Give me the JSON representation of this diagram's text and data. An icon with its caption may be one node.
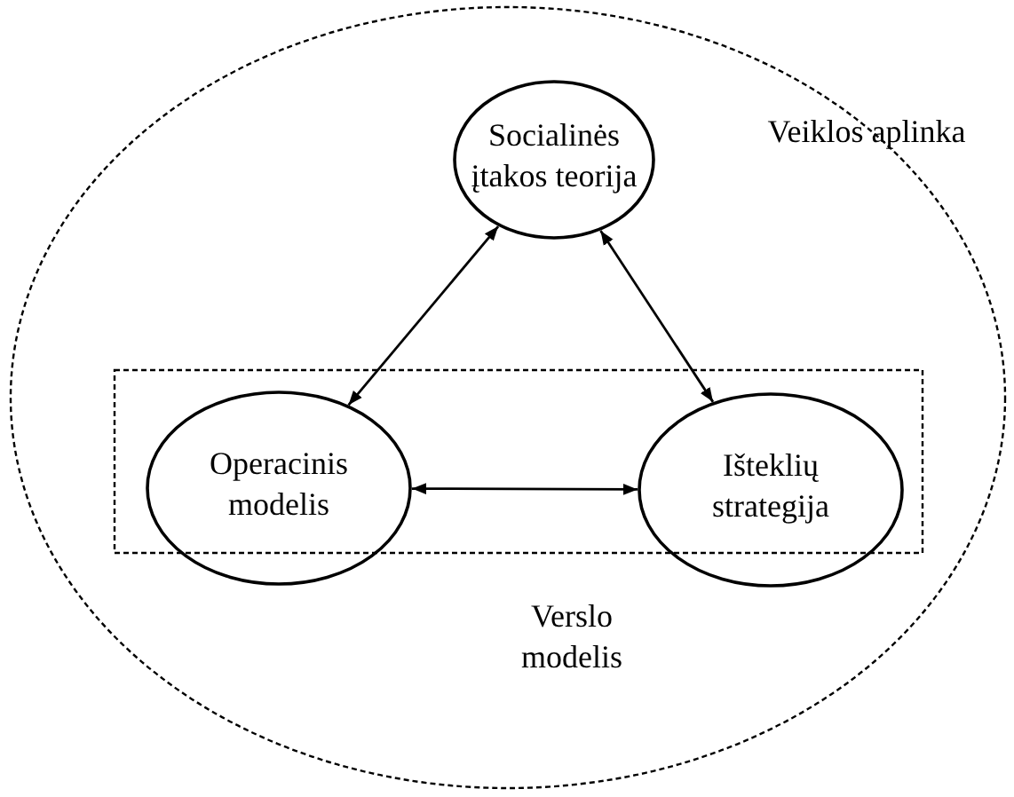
{
  "diagram": {
    "nodes": [
      {
        "text": [
          "Veiklos aplinka"
        ]
      },
      {
        "text": [
          "Socialinės įtakos teorija"
        ],
        "in": 0
      },
      {
        "text": [
          "Verslo modelis"
        ],
        "in": 0
      },
      {
        "text": [
          "Operacinis modelis"
        ],
        "in": 2
      },
      {
        "text": [
          "Išteklių strategija"
        ],
        "in": 2
      }
    ],
    "edges": [
      {
        "from": 1,
        "to": 3,
        "arrow": "both"
      },
      {
        "from": 1,
        "to": 4,
        "arrow": "both"
      },
      {
        "from": 3,
        "to": 4,
        "arrow": "both"
      }
    ]
  }
}
